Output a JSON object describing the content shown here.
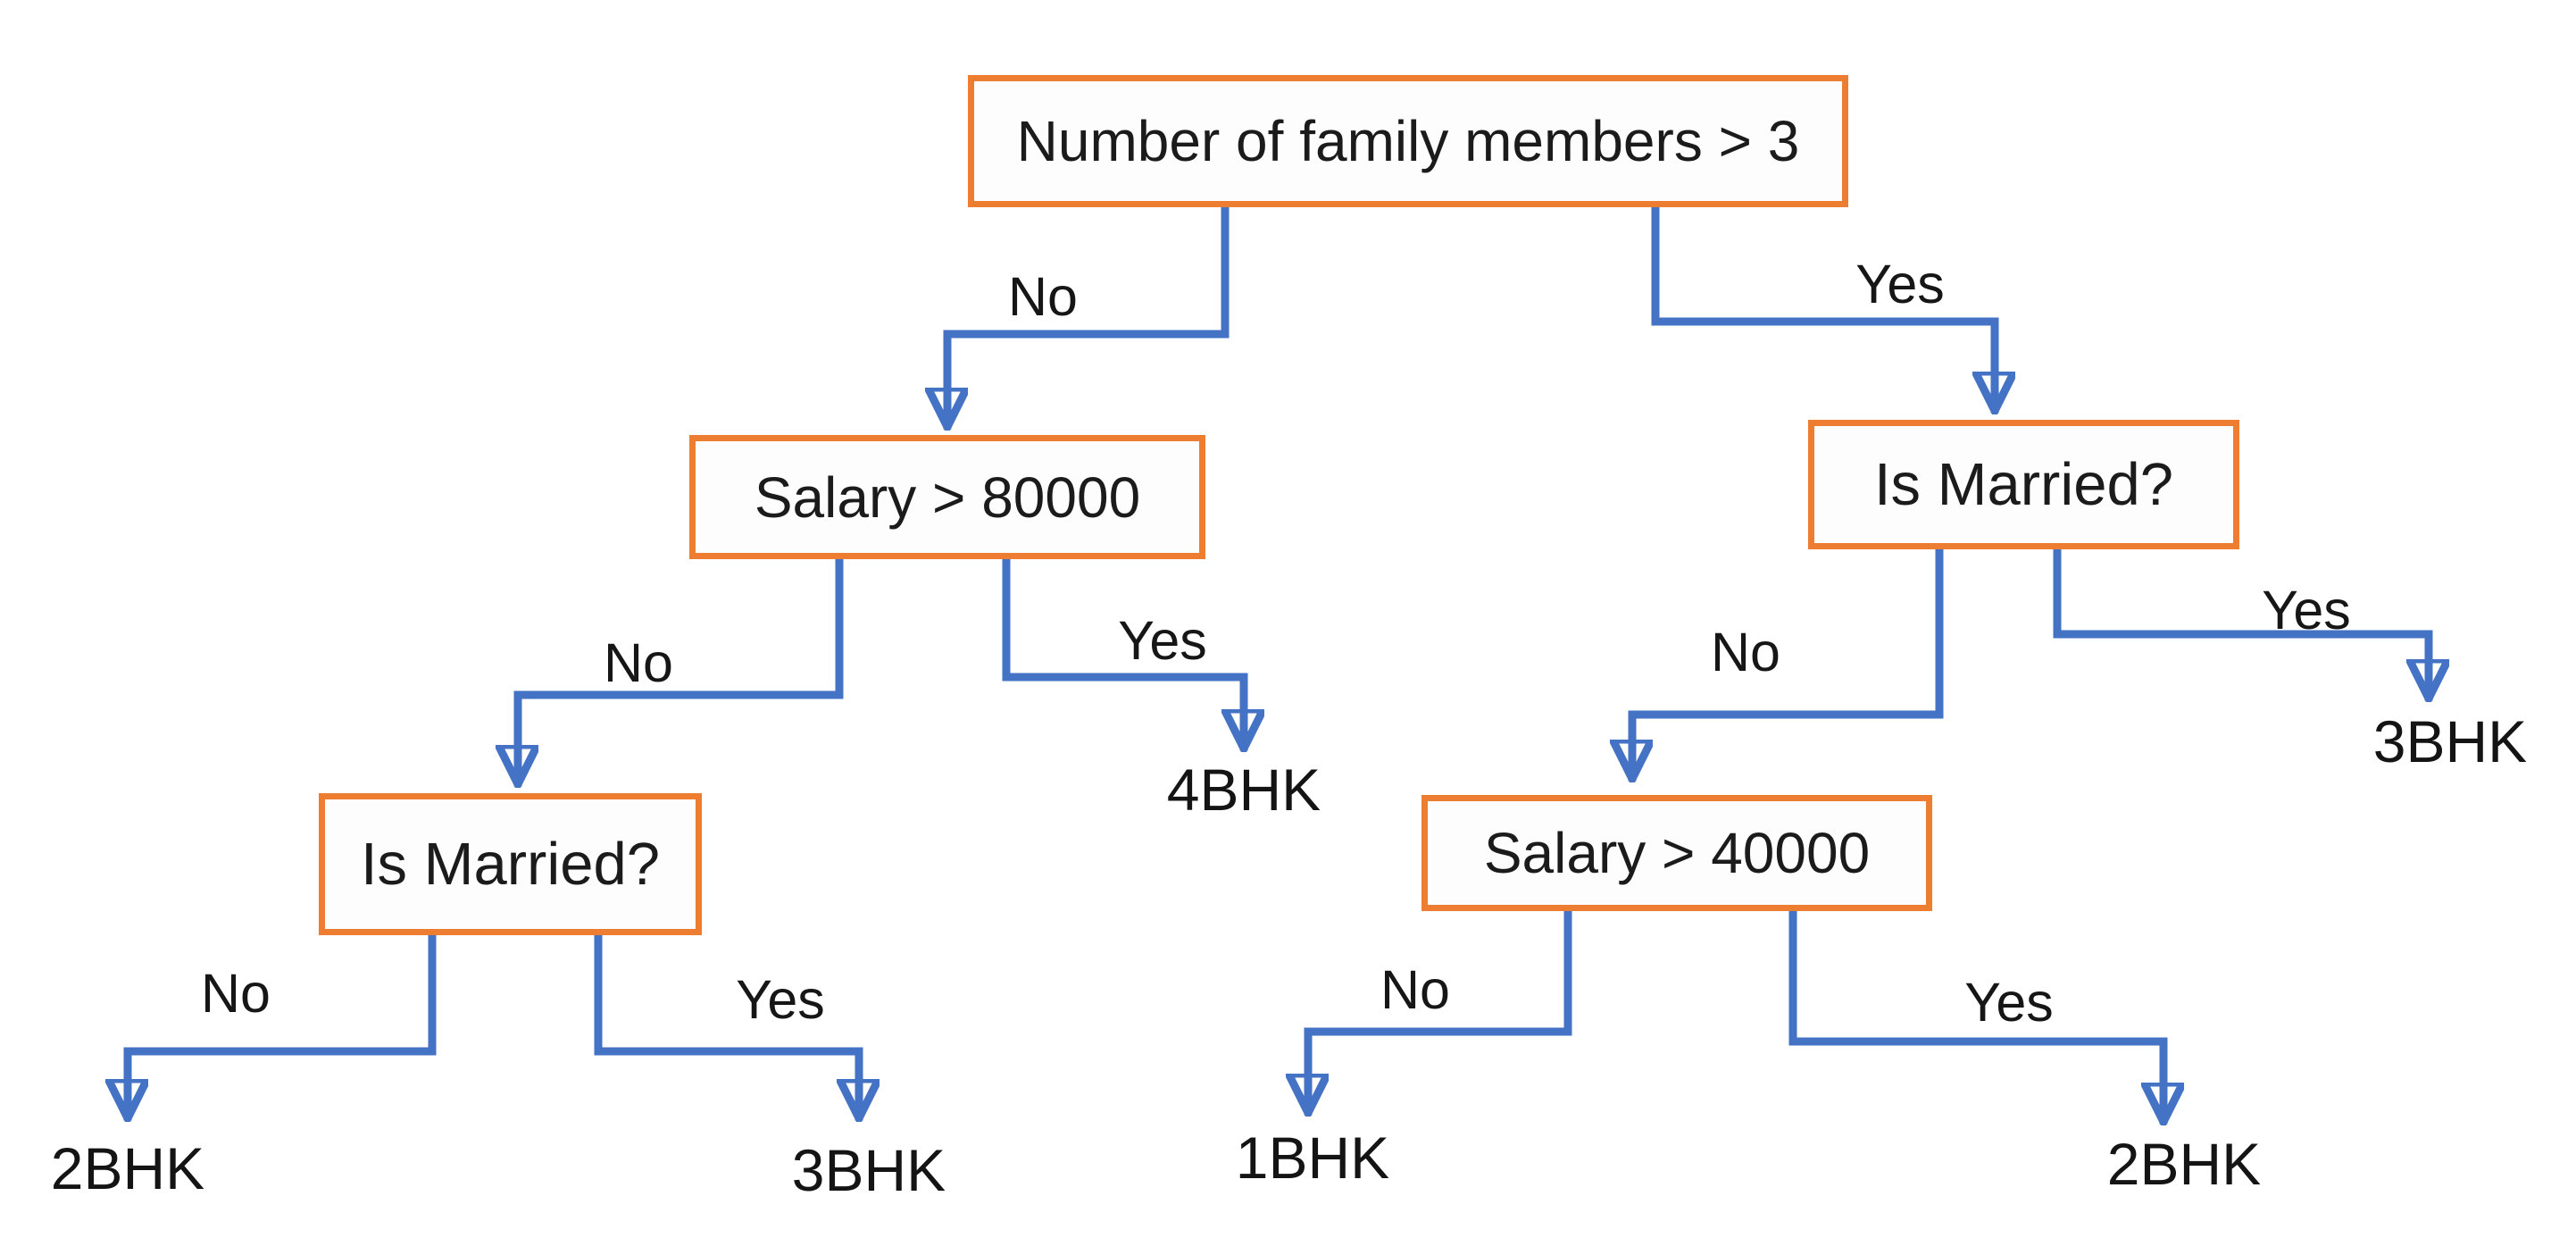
{
  "diagram": {
    "type": "decision-tree",
    "colors": {
      "node_border": "#ED7D31",
      "connector": "#4472C4",
      "text": "#1b1b1b",
      "background": "#ffffff"
    },
    "nodes": {
      "root": {
        "label": "Number of family members > 3"
      },
      "salary80": {
        "label": "Salary > 80000"
      },
      "married_left": {
        "label": "Is Married?"
      },
      "married_right": {
        "label": "Is Married?"
      },
      "salary40": {
        "label": "Salary > 40000"
      }
    },
    "branches": {
      "root_no": "No",
      "root_yes": "Yes",
      "salary80_no": "No",
      "salary80_yes": "Yes",
      "married_left_no": "No",
      "married_left_yes": "Yes",
      "married_right_no": "No",
      "married_right_yes": "Yes",
      "salary40_no": "No",
      "salary40_yes": "Yes"
    },
    "leaves": {
      "salary80_yes": "4BHK",
      "married_left_no": "2BHK",
      "married_left_yes": "3BHK",
      "married_right_yes": "3BHK",
      "salary40_no": "1BHK",
      "salary40_yes": "2BHK"
    }
  }
}
